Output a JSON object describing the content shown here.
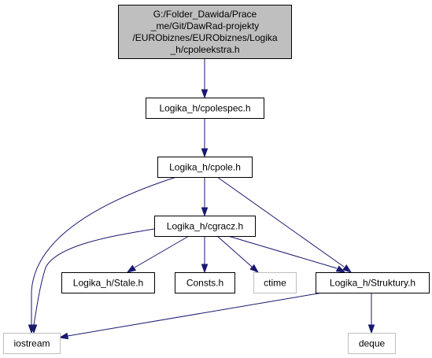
{
  "diagram": {
    "type": "include-dependency-graph",
    "colors": {
      "edge": "#191970",
      "root_fill": "#bfbfbf",
      "node_fill": "#ffffff",
      "node_border": "#000000",
      "external_border": "#bfbfbf"
    },
    "nodes": [
      {
        "id": "root",
        "lines": [
          "G:/Folder_Dawida/Prace",
          "_me/Git/DawRad-projekty",
          "/EURObiznes/EURObiznes/Logika",
          "_h/cpoleekstra.h"
        ],
        "kind": "root"
      },
      {
        "id": "cpolespec",
        "lines": [
          "Logika_h/cpolespec.h"
        ],
        "kind": "file"
      },
      {
        "id": "cpole",
        "lines": [
          "Logika_h/cpole.h"
        ],
        "kind": "file"
      },
      {
        "id": "cgracz",
        "lines": [
          "Logika_h/cgracz.h"
        ],
        "kind": "file"
      },
      {
        "id": "stale",
        "lines": [
          "Logika_h/Stale.h"
        ],
        "kind": "file"
      },
      {
        "id": "consts",
        "lines": [
          "Consts.h"
        ],
        "kind": "file"
      },
      {
        "id": "ctime",
        "lines": [
          "ctime"
        ],
        "kind": "external"
      },
      {
        "id": "struktury",
        "lines": [
          "Logika_h/Struktury.h"
        ],
        "kind": "file"
      },
      {
        "id": "iostream",
        "lines": [
          "iostream"
        ],
        "kind": "external"
      },
      {
        "id": "deque",
        "lines": [
          "deque"
        ],
        "kind": "external"
      }
    ],
    "edges": [
      {
        "from": "root",
        "to": "cpolespec"
      },
      {
        "from": "cpolespec",
        "to": "cpole"
      },
      {
        "from": "cpole",
        "to": "iostream"
      },
      {
        "from": "cpole",
        "to": "cgracz"
      },
      {
        "from": "cpole",
        "to": "struktury"
      },
      {
        "from": "cgracz",
        "to": "iostream"
      },
      {
        "from": "cgracz",
        "to": "stale"
      },
      {
        "from": "cgracz",
        "to": "consts"
      },
      {
        "from": "cgracz",
        "to": "ctime"
      },
      {
        "from": "cgracz",
        "to": "struktury"
      },
      {
        "from": "struktury",
        "to": "iostream"
      },
      {
        "from": "struktury",
        "to": "deque"
      }
    ]
  }
}
